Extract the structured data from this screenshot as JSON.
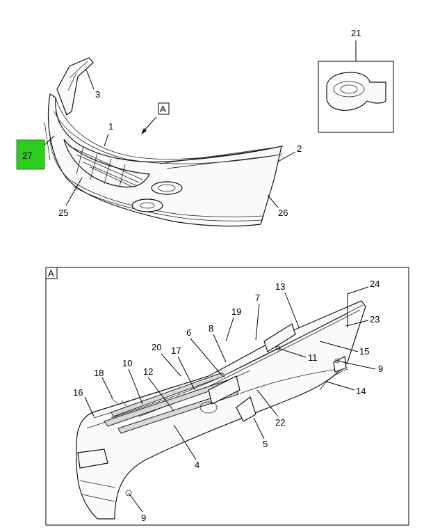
{
  "diagram": {
    "top_view_label": "A",
    "detail_label": "A",
    "highlight_color": "#33dd22",
    "callouts_top": [
      "21",
      "3",
      "1",
      "2",
      "27",
      "25",
      "26"
    ],
    "callouts_detail": [
      "24",
      "13",
      "7",
      "23",
      "19",
      "8",
      "6",
      "15",
      "11",
      "9",
      "20",
      "17",
      "10",
      "12",
      "18",
      "16",
      "14",
      "22",
      "5",
      "4",
      "9"
    ]
  }
}
